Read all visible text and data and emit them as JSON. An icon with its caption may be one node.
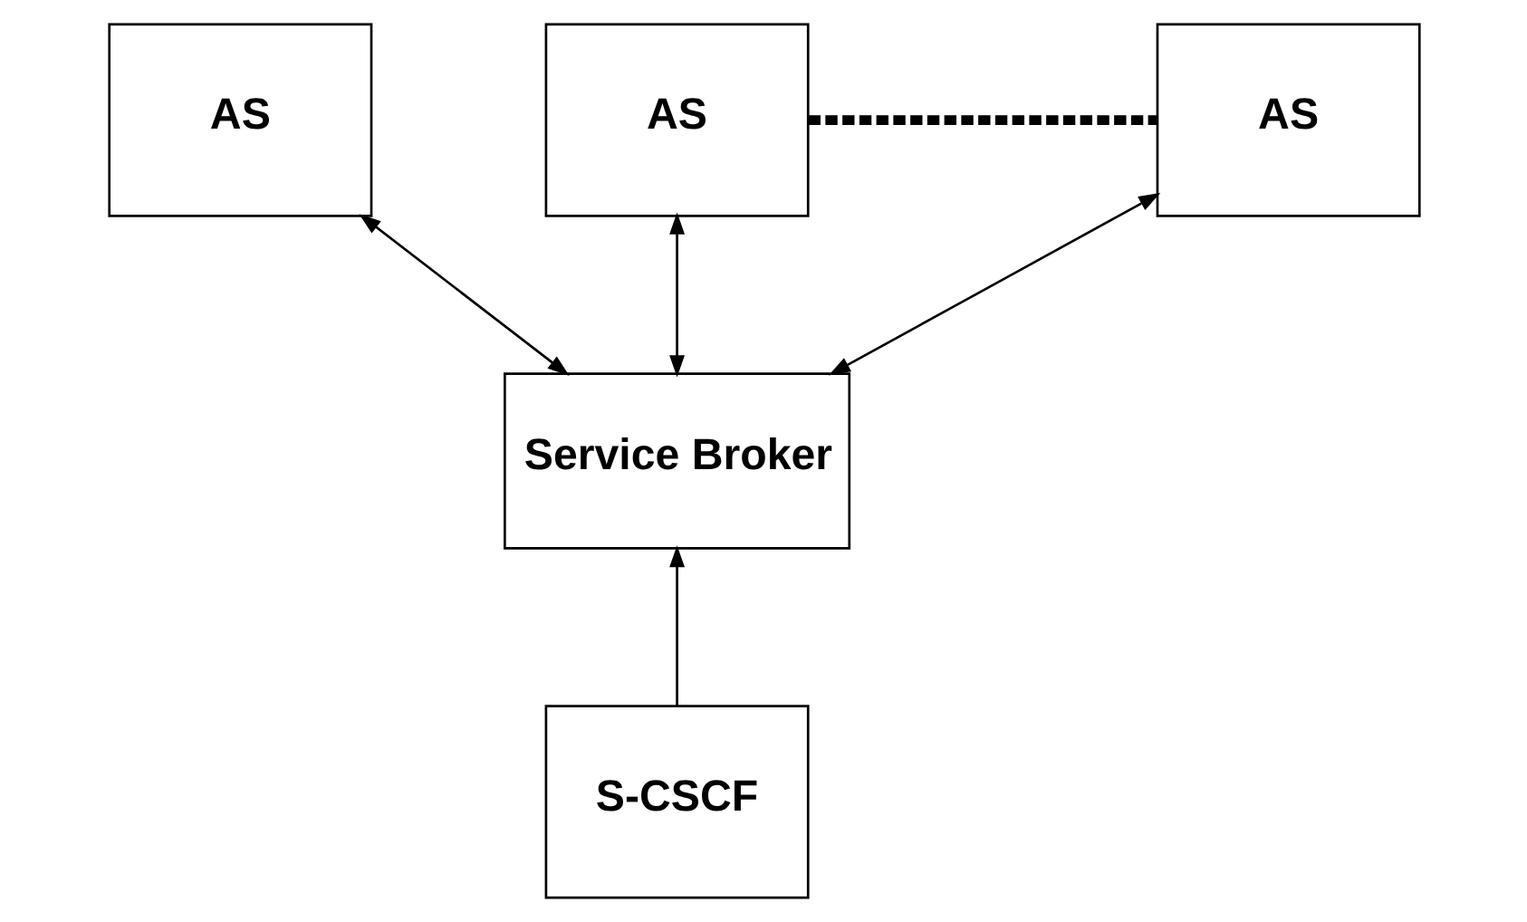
{
  "diagram": {
    "nodes": [
      {
        "text": [
          "AS"
        ]
      },
      {
        "text": [
          "AS"
        ]
      },
      {
        "text": [
          "AS"
        ]
      },
      {
        "text": [
          "Service Broker"
        ]
      },
      {
        "text": [
          "S-CSCF"
        ]
      }
    ],
    "edges": [
      {
        "from": 0,
        "to": 3,
        "arrow": "both"
      },
      {
        "from": 1,
        "to": 3,
        "arrow": "both"
      },
      {
        "from": 2,
        "to": 3,
        "arrow": "both"
      },
      {
        "from": 4,
        "to": 3,
        "arrow": "to"
      },
      {
        "from": 1,
        "to": 2,
        "arrow": "none",
        "style": "dashed"
      }
    ]
  }
}
